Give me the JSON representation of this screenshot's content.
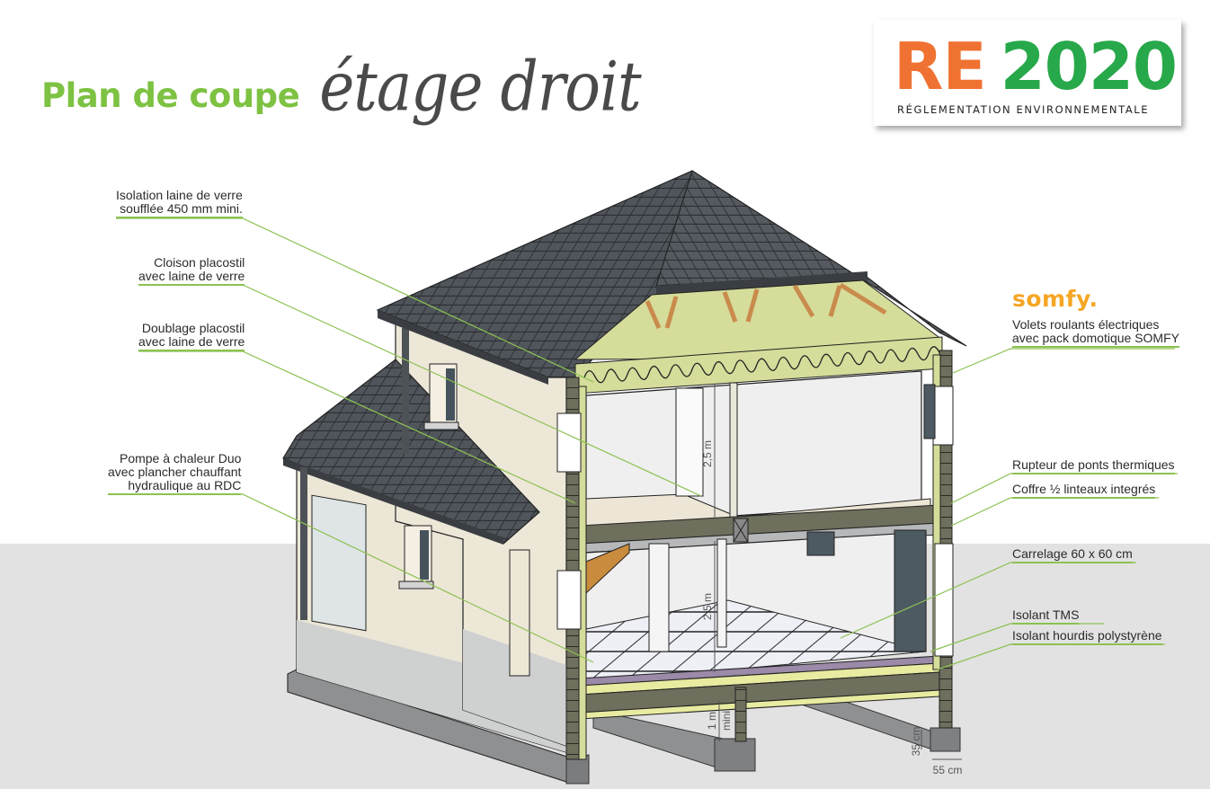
{
  "title": {
    "main": "Plan de coupe",
    "script": "étage droit"
  },
  "badge": {
    "re": "RE",
    "year": "2020",
    "subtitle": "RÉGLEMENTATION ENVIRONNEMENTALE",
    "colors": {
      "re": "#f07232",
      "year": "#27a84a"
    }
  },
  "brand": {
    "somfy": "somfy."
  },
  "labels_left": [
    {
      "line1": "Isolation laine de verre",
      "line2": "soufflée 450 mm mini."
    },
    {
      "line1": "Cloison placostil",
      "line2": "avec laine de verre"
    },
    {
      "line1": "Doublage placostil",
      "line2": "avec laine de verre"
    },
    {
      "line1": "Pompe à chaleur Duo",
      "line2": "avec plancher chauffant",
      "line3": "hydraulique au RDC"
    }
  ],
  "labels_right": [
    {
      "line1": "Volets roulants électriques",
      "line2": "avec pack domotique SOMFY"
    },
    {
      "line1": "Rupteur de ponts thermiques"
    },
    {
      "line1": "Coffre ½ linteaux integrés"
    },
    {
      "line1": "Carrelage 60 x 60 cm"
    },
    {
      "line1": "Isolant TMS"
    },
    {
      "line1": "Isolant hourdis polystyrène"
    }
  ],
  "dimensions": {
    "floor_height_upper": "2,5 m",
    "floor_height_lower": "2,5 m",
    "crawl_space": "1 m",
    "crawl_space_note": "mini",
    "footing_height": "35 cm",
    "footing_width": "55 cm"
  },
  "colors": {
    "accent_green": "#7dc242",
    "leader_line": "#8cc152",
    "roof": "#4d5257",
    "facade": "#ede7d8",
    "insulation": "#d6dc9a",
    "ground": "#e3e2e2"
  }
}
